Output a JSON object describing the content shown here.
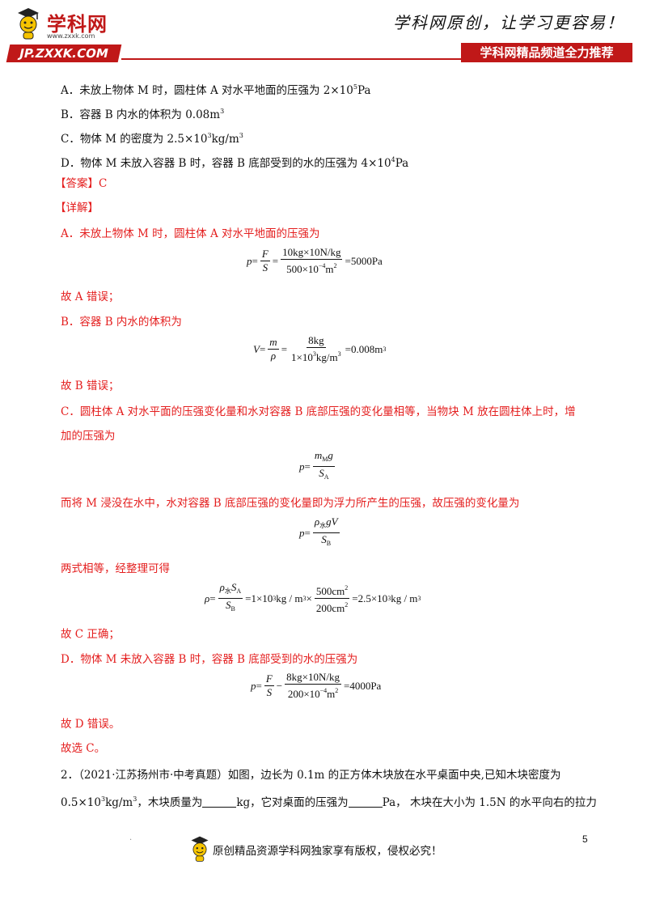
{
  "header": {
    "logo_text": "学科网",
    "logo_url": "www.zxxk.com",
    "badge": "JP.ZXXK.COM",
    "slogan": "学科网原创，让学习更容易！",
    "recommend": "学科网精品频道全力推荐"
  },
  "options": {
    "a_pre": "A．未放上物体 M 时，圆柱体 A 对水平地面的压强为 2×10",
    "a_sup": "5",
    "a_post": "Pa",
    "b_pre": "B．容器 B 内水的体积为 0.08m",
    "b_sup": "3",
    "c_pre": "C．物体 M 的密度为 2.5×10",
    "c_sup": "3",
    "c_mid": "kg/m",
    "c_sup2": "3",
    "d_pre": "D．物体 M 未放入容器 B 时，容器 B 底部受到的水的压强为 4×10",
    "d_sup": "4",
    "d_post": "Pa"
  },
  "answer": {
    "label": "【答案】",
    "value": "C"
  },
  "detail": {
    "label": "【详解】",
    "a_text": "A．未放上物体 M 时，圆柱体 A 对水平地面的压强为",
    "a_conclusion": "故 A 错误；",
    "b_text": "B．容器 B 内水的体积为",
    "b_conclusion": "故 B 错误；",
    "c_text1": "C．圆柱体 A 对水平面的压强变化量和水对容器 B 底部压强的变化量相等，当物块 M 放在圆柱体上时，增",
    "c_text2": "加的压强为",
    "c_text3": "而将 M 浸没在水中，水对容器 B 底部压强的变化量即为浮力所产生的压强，故压强的变化量为",
    "c_text4": "两式相等，经整理可得",
    "c_conclusion": "故 C 正确；",
    "d_text": "D．物体 M 未放入容器 B 时，容器 B 底部受到的水的压强为",
    "d_conclusion": "故 D 错误。",
    "final": "故选 C。"
  },
  "formulas": {
    "f1": {
      "lhs": "p",
      "eq": "=",
      "n1": "F",
      "d1": "S",
      "n2": "10kg×10N/kg",
      "d2_pre": "500×10",
      "d2_sup": "−4",
      "d2_post": "m",
      "d2_sup2": "2",
      "result": "=5000Pa"
    },
    "f2": {
      "lhs": "V",
      "eq": "=",
      "n1": "m",
      "d1": "ρ",
      "n2": "8kg",
      "d2_pre": "1×10",
      "d2_sup": "3",
      "d2_post": "kg/m",
      "d2_sup2": "3",
      "result": "=0.008m",
      "result_sup": "3"
    },
    "f3": {
      "lhs": "p",
      "eq": "=",
      "num_m": "m",
      "num_sub": "M",
      "num_g": "g",
      "den_s": "S",
      "den_sub": "A"
    },
    "f4": {
      "lhs": "p",
      "eq": "=",
      "num_rho": "ρ",
      "num_sub": "水",
      "num_rest": "gV",
      "den_s": "S",
      "den_sub": "B"
    },
    "f5": {
      "lhs": "ρ",
      "eq": "=",
      "num_rho": "ρ",
      "num_sub": "水",
      "num_s": "S",
      "num_s_sub": "A",
      "den_s": "S",
      "den_sub": "B",
      "mid_pre": "=1×10",
      "mid_sup": "3",
      "mid_post": "kg / m",
      "mid_sup2": "3",
      "times": "×",
      "n2_pre": "500cm",
      "n2_sup": "2",
      "d2_pre": "200cm",
      "d2_sup": "2",
      "res_pre": "=2.5×10",
      "res_sup": "3",
      "res_post": "kg / m",
      "res_sup2": "3"
    },
    "f6": {
      "lhs": "p",
      "eq": "=",
      "n1": "F",
      "d1": "S",
      "minus": "−",
      "n2": "8kg×10N/kg",
      "d2_pre": "200×10",
      "d2_sup": "−4",
      "d2_post": "m",
      "d2_sup2": "2",
      "result": "=4000Pa"
    }
  },
  "next_question": {
    "line1_num": "2．",
    "line1_src": "（2021·江苏扬州市·中考真题）",
    "line1_text": "如图，边长为 0.1m 的正方体木块放在水平桌面中央,已知木块密度为",
    "line2_a": "0.5×10",
    "line2_sup": "3",
    "line2_b": "kg/m",
    "line2_sup2": "3",
    "line2_c": "，木块质量为",
    "line2_d": "kg，它对桌面的压强为",
    "line2_e": "Pa，  木块在大小为 1.5N 的水平向右的拉力"
  },
  "footer": {
    "page_number": "5",
    "copyright": "原创精品资源学科网独家享有版权，侵权必究！"
  },
  "colors": {
    "brand_red": "#c01818",
    "answer_red": "#e41e1e"
  }
}
